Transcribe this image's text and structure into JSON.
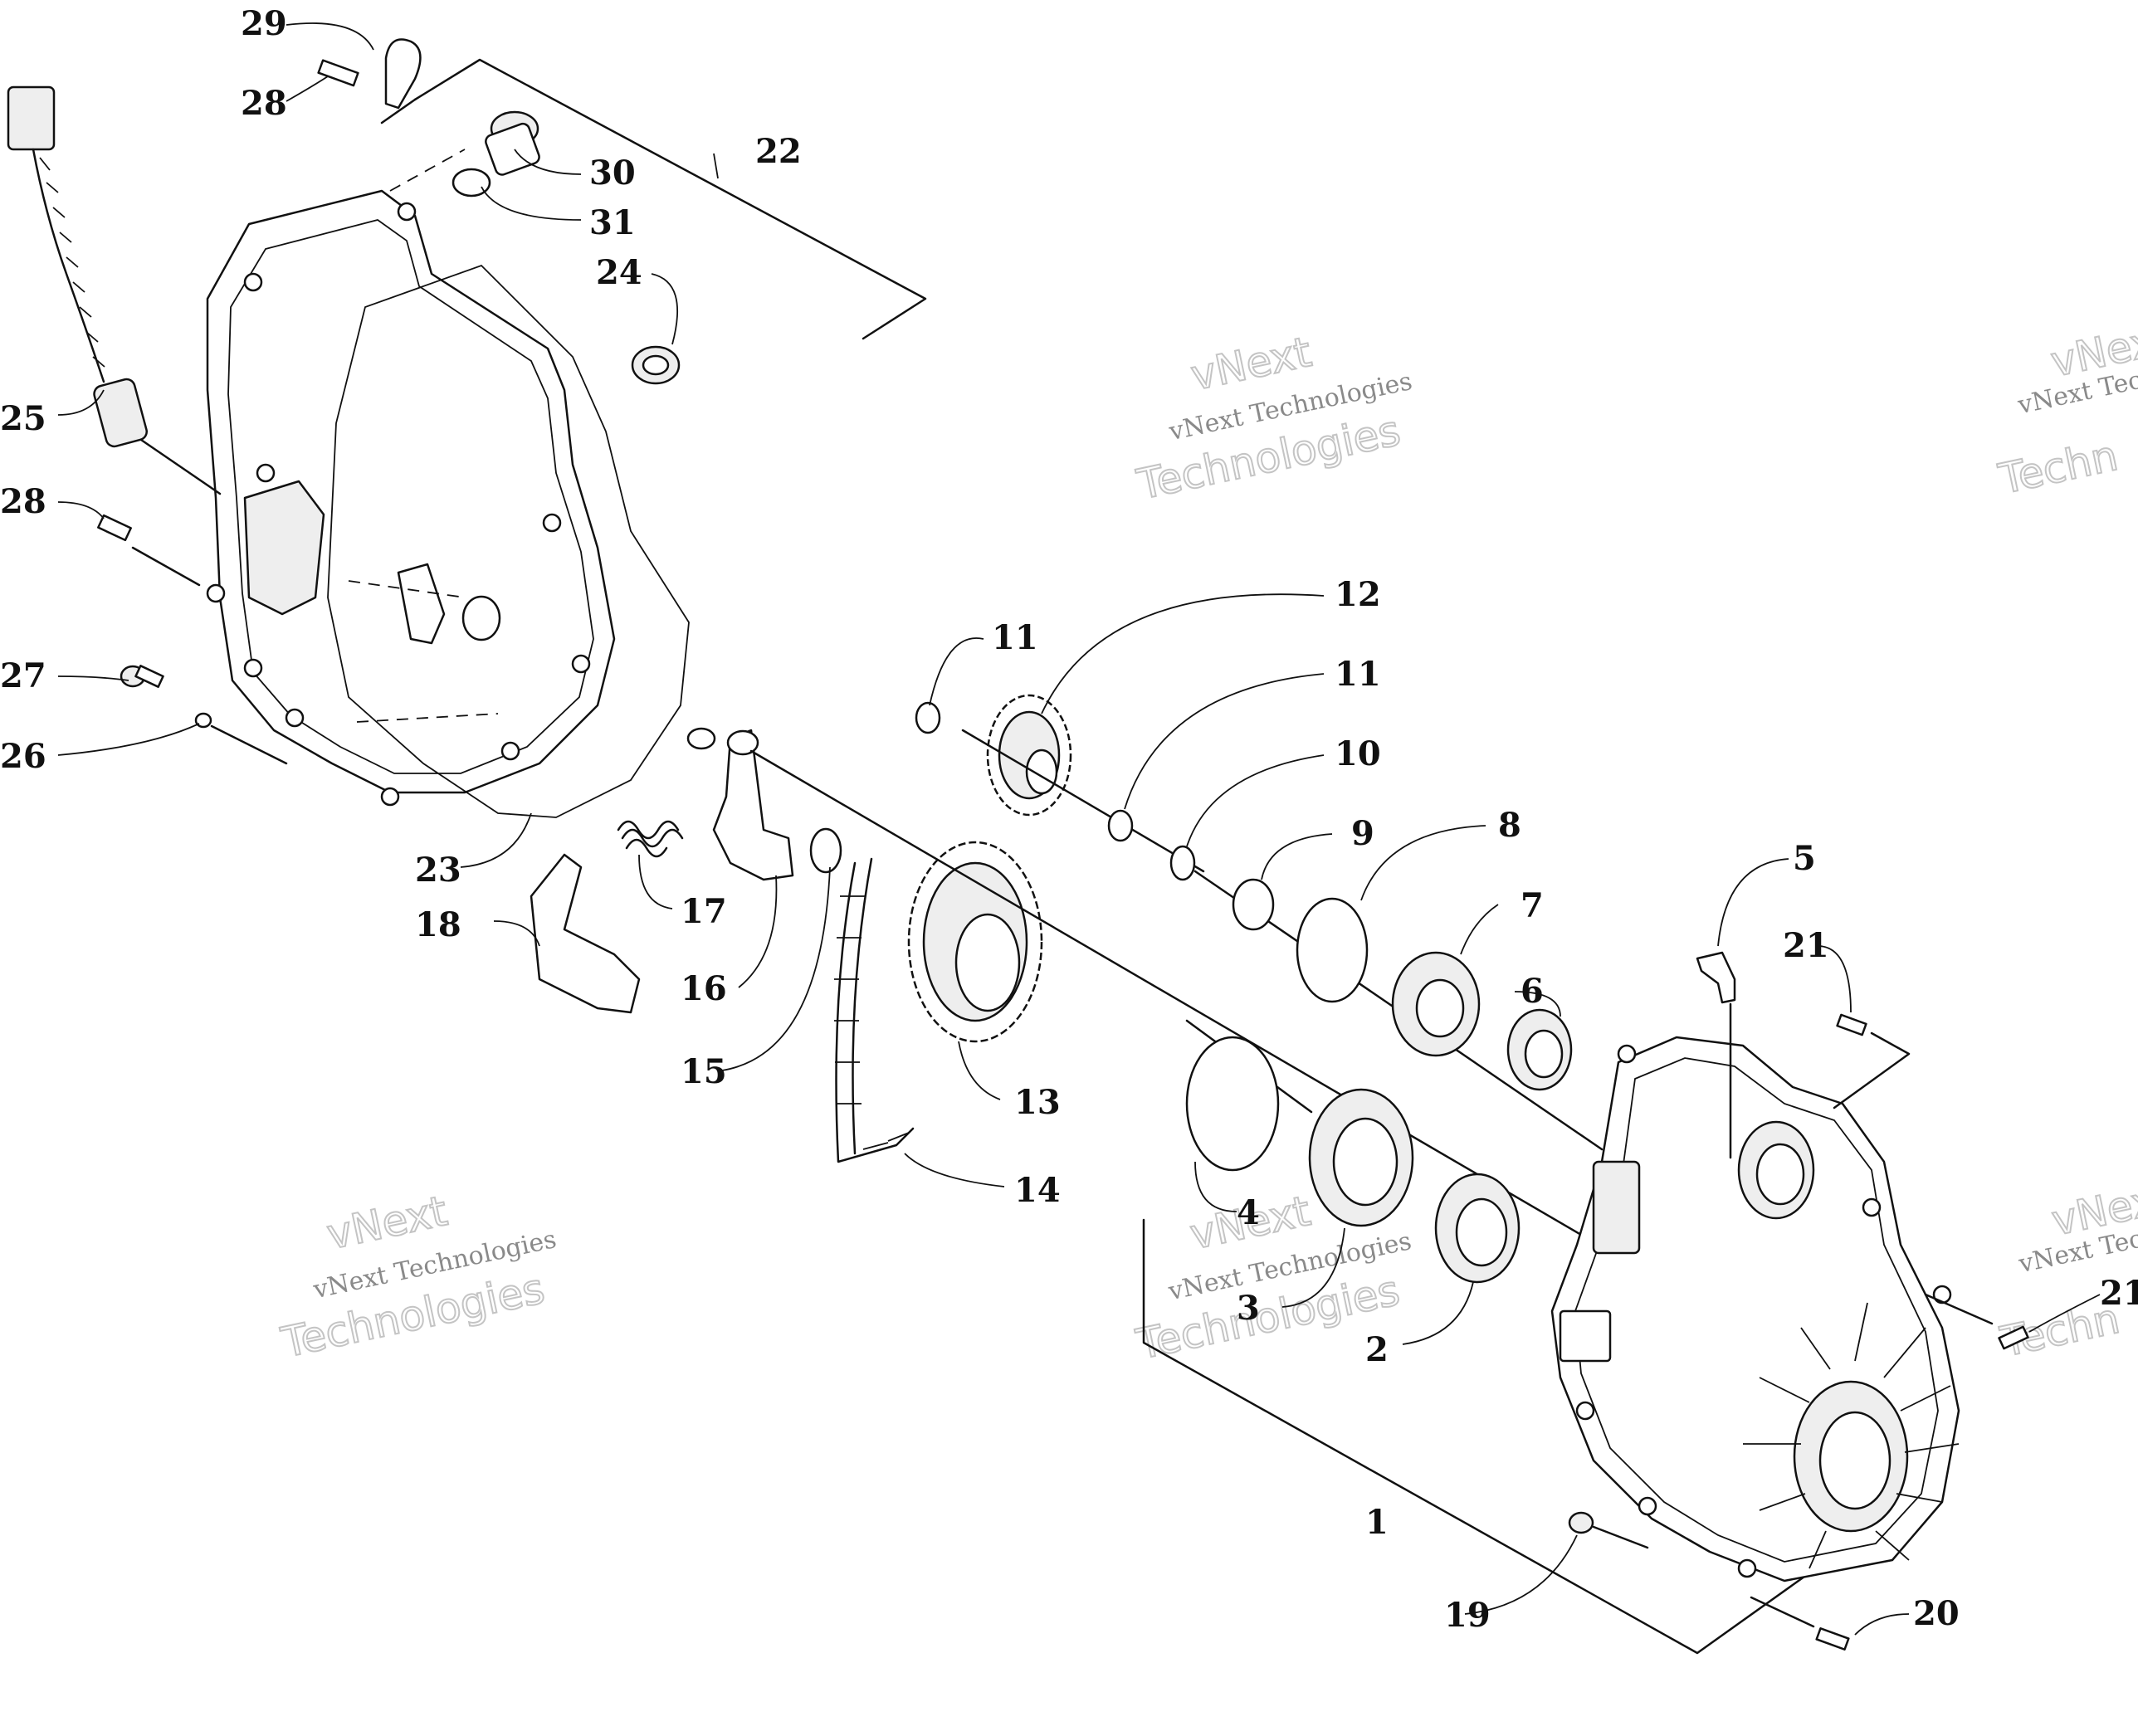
{
  "callouts": {
    "c29": "29",
    "c28a": "28",
    "c30": "30",
    "c22": "22",
    "c31": "31",
    "c24": "24",
    "c25": "25",
    "c28b": "28",
    "c27": "27",
    "c26": "26",
    "c23": "23",
    "c18": "18",
    "c17": "17",
    "c16": "16",
    "c15": "15",
    "c11a": "11",
    "c12": "12",
    "c11b": "11",
    "c10": "10",
    "c9": "9",
    "c8": "8",
    "c7": "7",
    "c6": "6",
    "c5": "5",
    "c21a": "21",
    "c21b": "21",
    "c13": "13",
    "c14": "14",
    "c4": "4",
    "c3": "3",
    "c2": "2",
    "c1": "1",
    "c19": "19",
    "c20": "20"
  },
  "watermark": {
    "line1": "vNext",
    "line2": "vNext Technologies",
    "line3": "Technologies",
    "partial_line2": "vNext Tec",
    "partial_line3": "Techn"
  },
  "colors": {
    "ink": "#111111",
    "watermark": "#c4c4c4"
  }
}
